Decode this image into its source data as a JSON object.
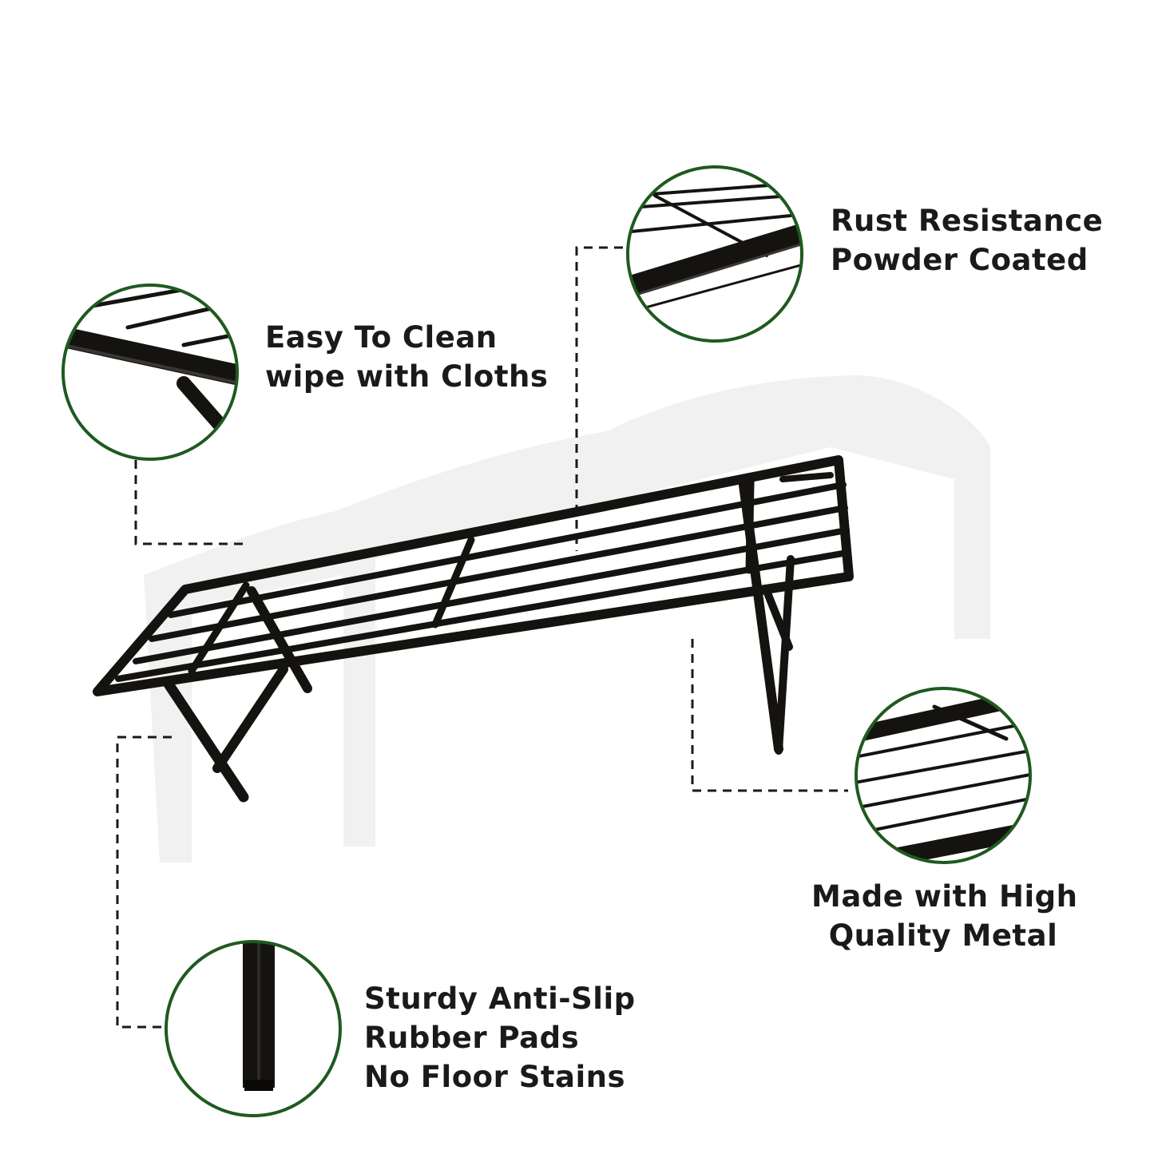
{
  "colors": {
    "accent_ring": "#1f5a1f",
    "metal": "#151310",
    "text": "#1a1a1a"
  },
  "features": {
    "easy_clean": {
      "line1": "Easy To Clean",
      "line2": "wipe with Cloths"
    },
    "rust": {
      "line1": "Rust Resistance",
      "line2": "Powder Coated"
    },
    "metal": {
      "line1": "Made with High",
      "line2": "Quality Metal"
    },
    "pads": {
      "line1": "Sturdy Anti-Slip",
      "line2": "Rubber Pads",
      "line3": "No Floor Stains"
    }
  }
}
